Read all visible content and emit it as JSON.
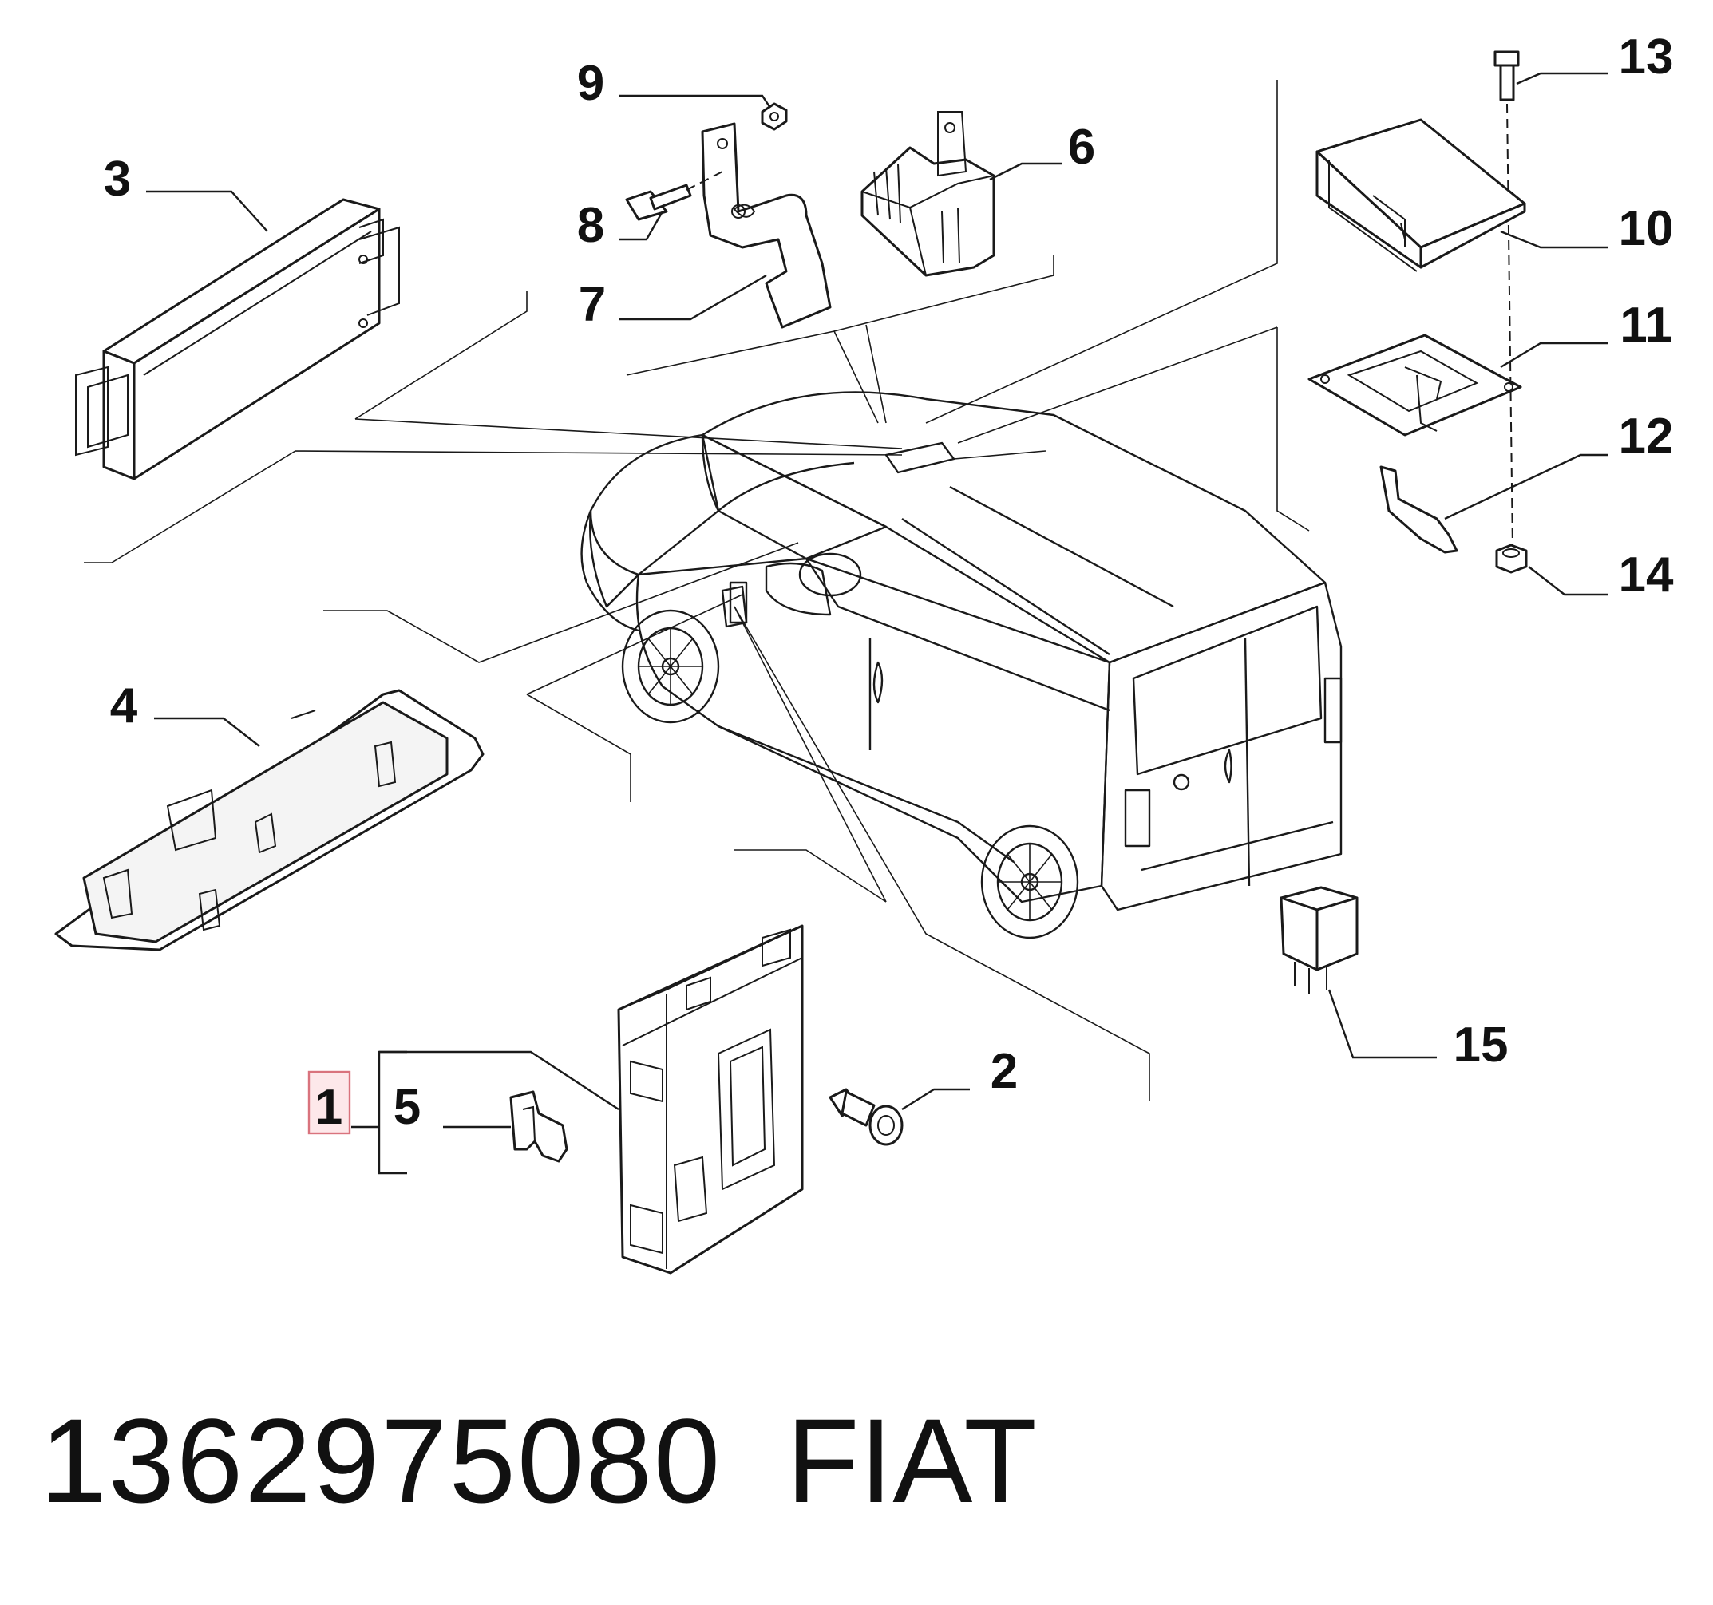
{
  "callouts": [
    {
      "id": "1",
      "label": "1",
      "highlighted": true
    },
    {
      "id": "2",
      "label": "2"
    },
    {
      "id": "3",
      "label": "3"
    },
    {
      "id": "4",
      "label": "4"
    },
    {
      "id": "5",
      "label": "5"
    },
    {
      "id": "6",
      "label": "6"
    },
    {
      "id": "7",
      "label": "7"
    },
    {
      "id": "8",
      "label": "8"
    },
    {
      "id": "9",
      "label": "9"
    },
    {
      "id": "10",
      "label": "10"
    },
    {
      "id": "11",
      "label": "11"
    },
    {
      "id": "12",
      "label": "12"
    },
    {
      "id": "13",
      "label": "13"
    },
    {
      "id": "14",
      "label": "14"
    },
    {
      "id": "15",
      "label": "15"
    }
  ],
  "footer": {
    "part_number": "1362975080",
    "brand": "FIAT"
  },
  "colors": {
    "highlight_fill": "#fde8ea",
    "highlight_stroke": "#d9737d",
    "ink": "#1a1a1a"
  }
}
